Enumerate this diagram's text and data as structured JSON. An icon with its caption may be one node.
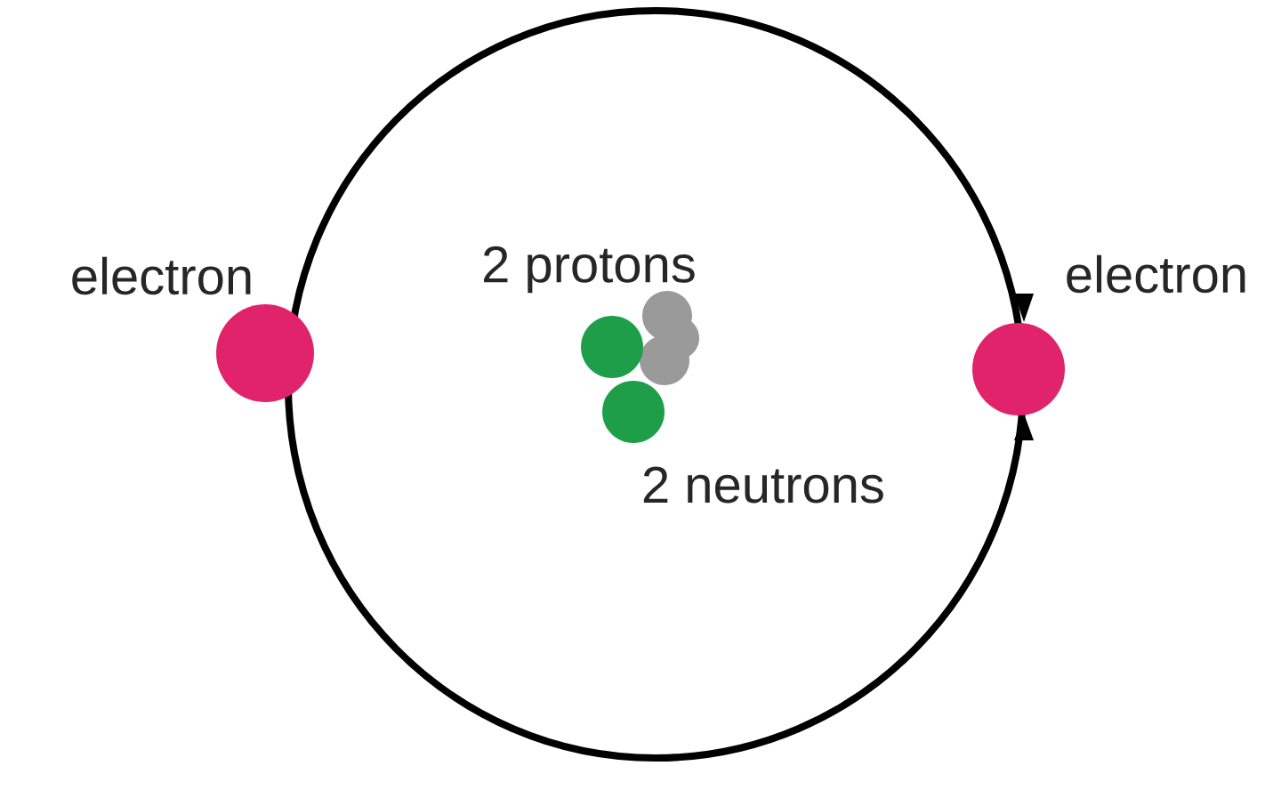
{
  "diagram": {
    "labels": [
      "electron",
      "2 protons",
      "electron",
      "2 neutrons"
    ]
  }
}
